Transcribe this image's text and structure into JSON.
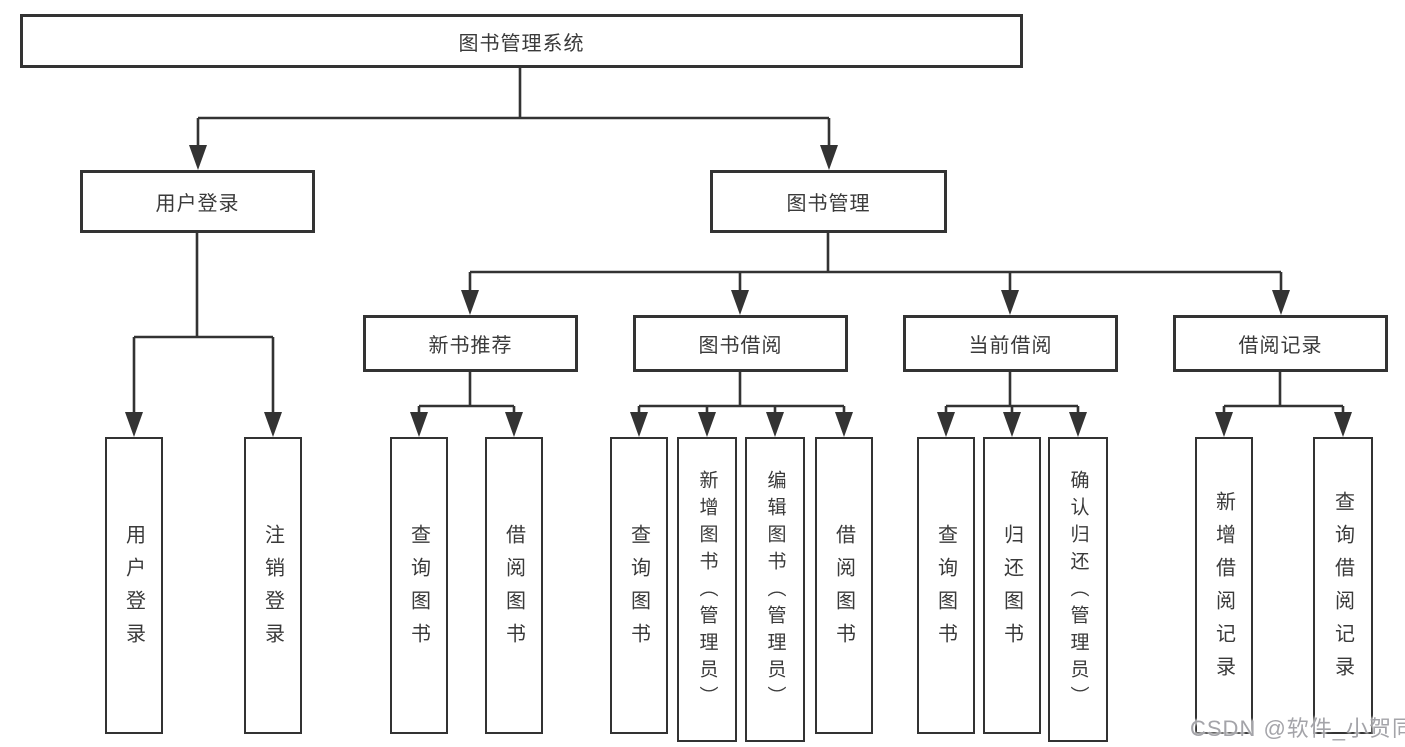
{
  "colors": {
    "line": "#333333",
    "box_border": "#333333",
    "text": "#3a3a3a",
    "watermark_text": "#a4a4a9",
    "background": "#ffffff"
  },
  "watermark": "CSDN @软件_小贺同学",
  "tree": {
    "label": "图书管理系统",
    "children": [
      {
        "label": "用户登录",
        "children": [
          {
            "label": "用户登录"
          },
          {
            "label": "注销登录"
          }
        ]
      },
      {
        "label": "图书管理",
        "children": [
          {
            "label": "新书推荐",
            "children": [
              {
                "label": "查询图书"
              },
              {
                "label": "借阅图书"
              }
            ]
          },
          {
            "label": "图书借阅",
            "children": [
              {
                "label": "查询图书"
              },
              {
                "label": "新增图书（管理员）"
              },
              {
                "label": "编辑图书（管理员）"
              },
              {
                "label": "借阅图书"
              }
            ]
          },
          {
            "label": "当前借阅",
            "children": [
              {
                "label": "查询图书"
              },
              {
                "label": "归还图书"
              },
              {
                "label": "确认归还（管理员）"
              }
            ]
          },
          {
            "label": "借阅记录",
            "children": [
              {
                "label": "新增借阅记录"
              },
              {
                "label": "查询借阅记录"
              }
            ]
          }
        ]
      }
    ]
  }
}
